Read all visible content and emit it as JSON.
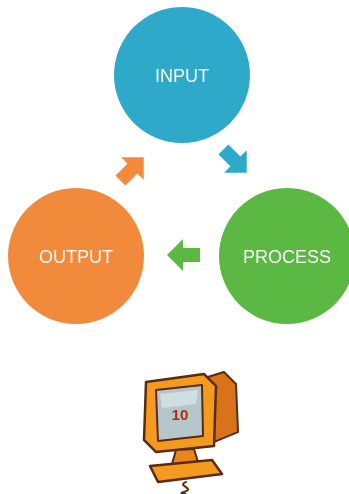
{
  "cycle": {
    "nodes": [
      {
        "id": "input",
        "label": "INPUT",
        "color": "#2ea9c9"
      },
      {
        "id": "process",
        "label": "PROCESS",
        "color": "#5bb842"
      },
      {
        "id": "output",
        "label": "OUTPUT",
        "color": "#f28a3c"
      }
    ],
    "arrows": [
      {
        "from": "input",
        "to": "process",
        "color": "#2ea9c9",
        "icon": "arrow-down-right"
      },
      {
        "from": "process",
        "to": "output",
        "color": "#5bb842",
        "icon": "arrow-left"
      },
      {
        "from": "output",
        "to": "input",
        "color": "#f28a3c",
        "icon": "arrow-up-right"
      }
    ]
  },
  "computer": {
    "screen_text": "10",
    "body_color": "#f39a1f",
    "outline_color": "#5a2a10",
    "screen_color": "#b6c7cc"
  }
}
